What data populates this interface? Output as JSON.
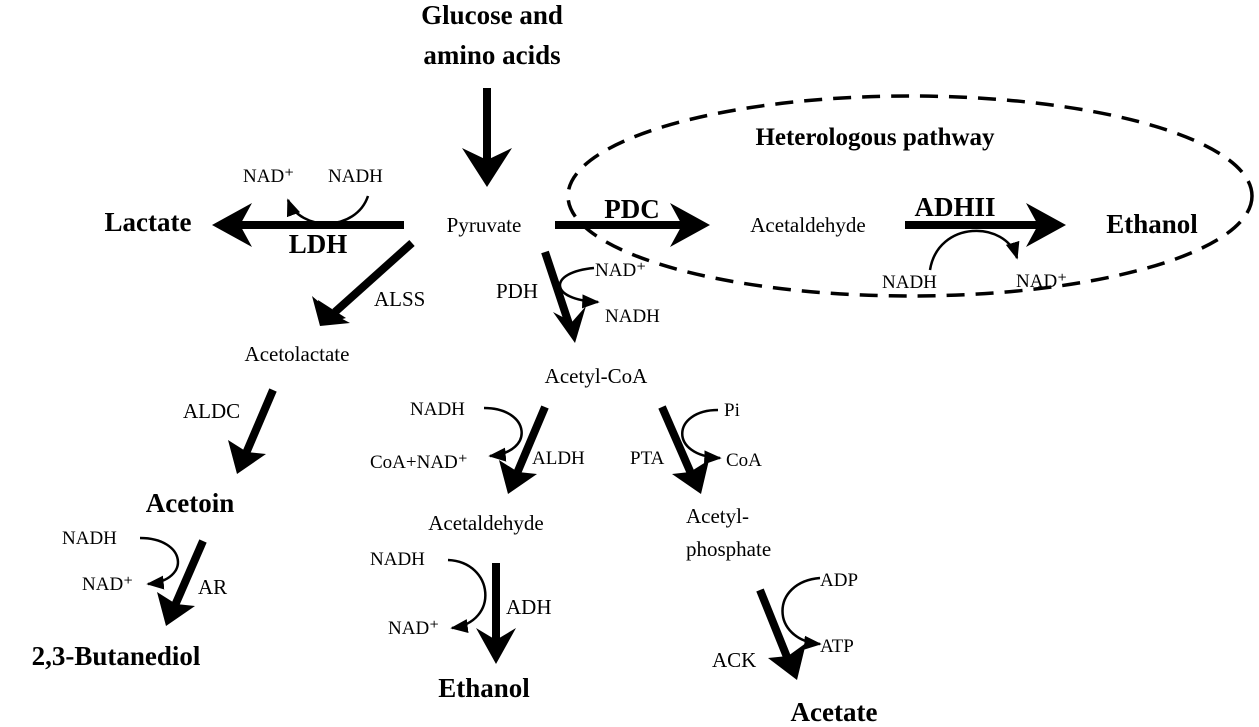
{
  "diagram": {
    "source": {
      "line1": "Glucose and",
      "line2": "amino acids"
    },
    "heterologous_label": "Heterologous pathway",
    "metabolites": {
      "pyruvate": "Pyruvate",
      "lactate": "Lactate",
      "acetaldehyde_het": "Acetaldehyde",
      "ethanol_het": "Ethanol",
      "acetolactate": "Acetolactate",
      "acetoin": "Acetoin",
      "butanediol": "2,3-Butanediol",
      "acetyl_coa": "Acetyl-CoA",
      "acetaldehyde": "Acetaldehyde",
      "ethanol": "Ethanol",
      "acetyl_phosphate_line1": "Acetyl-",
      "acetyl_phosphate_line2": "phosphate",
      "acetate": "Acetate"
    },
    "enzymes": {
      "ldh": "LDH",
      "pdc": "PDC",
      "adhii": "ADHII",
      "alss": "ALSS",
      "pdh": "PDH",
      "aldc": "ALDC",
      "aldh": "ALDH",
      "pta": "PTA",
      "ar": "AR",
      "adh": "ADH",
      "ack": "ACK"
    },
    "cofactors": {
      "ldh_nad": "NAD⁺",
      "ldh_nadh": "NADH",
      "adhii_nadh": "NADH",
      "adhii_nad": "NAD⁺",
      "pdh_nad": "NAD⁺",
      "pdh_nadh": "NADH",
      "aldh_nadh": "NADH",
      "aldh_coa_nad": "CoA+NAD⁺",
      "pta_pi": "Pi",
      "pta_coa": "CoA",
      "ar_nadh": "NADH",
      "ar_nad": "NAD⁺",
      "adh_nadh": "NADH",
      "adh_nad": "NAD⁺",
      "ack_adp": "ADP",
      "ack_atp": "ATP"
    }
  }
}
